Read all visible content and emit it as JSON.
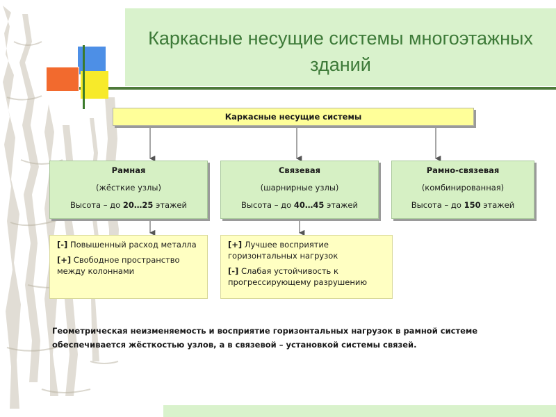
{
  "title": "Каркасные несущие системы многоэтажных\nзданий",
  "header": "Каркасные несущие системы",
  "types": [
    {
      "name": "Рамная",
      "subtitle": "(жёсткие узлы)",
      "height_prefix": "Высота – до ",
      "height_value": "20…25",
      "height_suffix": " этажей"
    },
    {
      "name": "Связевая",
      "subtitle": "(шарнирные узлы)",
      "height_prefix": "Высота – до ",
      "height_value": "40…45",
      "height_suffix": " этажей"
    },
    {
      "name": "Рамно-связевая",
      "subtitle": "(комбинированная)",
      "height_prefix": "Высота – до ",
      "height_value": "150",
      "height_suffix": " этажей"
    }
  ],
  "pros_cons": [
    {
      "items": [
        {
          "sign": "[-]",
          "text": " Повышенный расход металла"
        },
        {
          "sign": "[+]",
          "text": " Свободное пространство между колоннами"
        }
      ]
    },
    {
      "items": [
        {
          "sign": "[+]",
          "text": " Лучшее восприятие горизонтальных нагрузок"
        },
        {
          "sign": "[-]",
          "text": " Слабая устойчивость к прогрессирующему разрушению"
        }
      ]
    }
  ],
  "conclusion": "Геометрическая неизменяемость и восприятие горизонтальных нагрузок в рамной системе обеспечивается жёсткостью узлов, а в связевой – установкой системы связей.",
  "colors": {
    "title": "#3d7a38",
    "title_band": "#d9f2cc",
    "header_fill": "#ffff99",
    "type_fill": "#d6f0c4",
    "note_fill": "#ffffc2"
  }
}
